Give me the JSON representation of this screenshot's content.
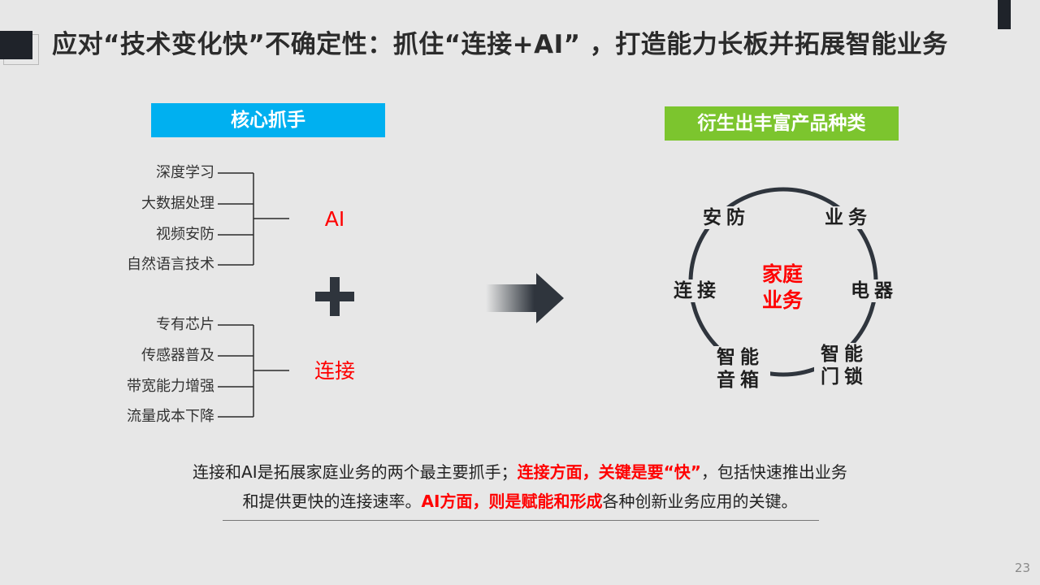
{
  "title": "应对“技术变化快”不确定性：抓住“连接+AI” ，打造能力长板并拓展智能业务",
  "left_banner": "核心抓手",
  "right_banner": "衍生出丰富产品种类",
  "ai_group": {
    "label": "AI",
    "items": [
      "深度学习",
      "大数据处理",
      "视频安防",
      "自然语言技术"
    ]
  },
  "connect_group": {
    "label": "连接",
    "items": [
      "专有芯片",
      "传感器普及",
      "带宽能力增强",
      "流量成本下降"
    ]
  },
  "circle": {
    "center_line1": "家庭",
    "center_line2": "业务",
    "nodes": {
      "security": "安防",
      "business": "业务",
      "connect": "连接",
      "appliance": "电器",
      "speaker_line1": "智能",
      "speaker_line2": "音箱",
      "lock_line1": "智能",
      "lock_line2": "门锁"
    }
  },
  "summary": {
    "part1": "连接和AI是拓展家庭业务的两个最主要抓手；",
    "part2_red": "连接方面，关键是要“快”",
    "part3": "，包括快速推出业务",
    "part4": "和提供更快的连接速率。",
    "part5_red": "AI方面，则是赋能和形成",
    "part6": "各种创新业务应用的关键。"
  },
  "page_number": "23",
  "colors": {
    "blue_banner": "#00b0f0",
    "green_banner": "#7cc52e",
    "accent_red": "#ff0000",
    "dark": "#1f232a"
  }
}
